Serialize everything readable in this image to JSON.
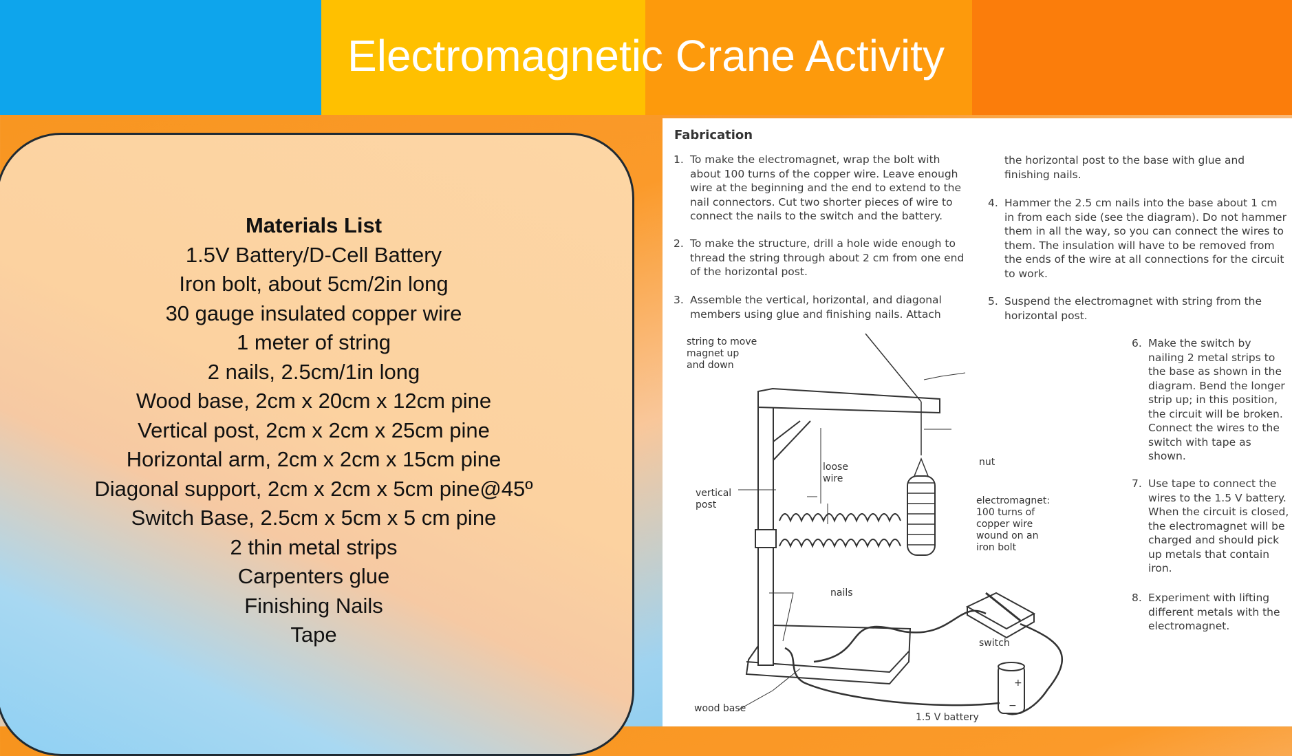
{
  "header": {
    "title": "Electromagnetic Crane Activity",
    "colors": [
      "#0ea5ec",
      "#ffc000",
      "#fd9a0c",
      "#fb7d0b"
    ]
  },
  "materials": {
    "heading": "Materials List",
    "items": [
      "1.5V Battery/D-Cell Battery",
      "Iron bolt, about 5cm/2in long",
      "30 gauge insulated copper wire",
      "1 meter of string",
      "2 nails, 2.5cm/1in long",
      "Wood base, 2cm x 20cm x 12cm pine",
      "Vertical post, 2cm x 2cm x 25cm pine",
      "Horizontal arm, 2cm x 2cm x 15cm pine",
      "Diagonal support, 2cm x 2cm x 5cm pine@45º",
      "Switch Base, 2.5cm x 5cm x 5 cm pine",
      "2 thin metal strips",
      "Carpenters glue",
      "Finishing Nails",
      "Tape"
    ]
  },
  "fabrication": {
    "heading": "Fabrication",
    "steps": [
      {
        "num": "1.",
        "text": "To make the electromagnet, wrap the bolt with about 100 turns of the copper wire. Leave enough wire at the beginning and the end to extend to the nail connectors. Cut two shorter pieces of wire to connect the nails to the switch and the battery."
      },
      {
        "num": "2.",
        "text": "To make the structure, drill a hole wide enough to thread the string through about 2 cm from one end of the horizontal post."
      },
      {
        "num": "3.",
        "text": "Assemble the vertical, horizontal, and diagonal members using glue and finishing nails. Attach"
      },
      {
        "num": "",
        "text": "the horizontal post to the base with glue and finishing nails."
      },
      {
        "num": "4.",
        "text": "Hammer the 2.5 cm nails into the base about 1 cm in from each side (see the diagram). Do not hammer them in all the way, so you can connect the wires to them. The insulation will have to be removed from the ends of the wire at all connections for the circuit to work."
      },
      {
        "num": "5.",
        "text": "Suspend the electromagnet with string from the horizontal post."
      },
      {
        "num": "6.",
        "text": "Make the switch by nailing 2 metal strips to the base as shown in the diagram. Bend the longer strip up; in this position, the circuit will be broken. Connect the wires to the switch with tape as shown."
      },
      {
        "num": "7.",
        "text": "Use tape to connect the wires to the 1.5 V battery. When the circuit is closed, the electromagnet will be charged and should pick up metals that contain iron."
      },
      {
        "num": "8.",
        "text": "Experiment with lifting different metals with the electromagnet."
      }
    ],
    "diagram_labels": {
      "string": [
        "string to move",
        "magnet up",
        "and down"
      ],
      "loose_wire": [
        "loose",
        "wire"
      ],
      "nut": "nut",
      "vertical_post": [
        "vertical",
        "post"
      ],
      "electromagnet": [
        "electromagnet:",
        "100 turns of",
        "copper wire",
        "wound on an",
        "iron bolt"
      ],
      "nails": "nails",
      "switch": "switch",
      "wood_base": "wood base",
      "battery": "1.5 V battery",
      "battery_plus": "+",
      "battery_minus": "−"
    }
  }
}
